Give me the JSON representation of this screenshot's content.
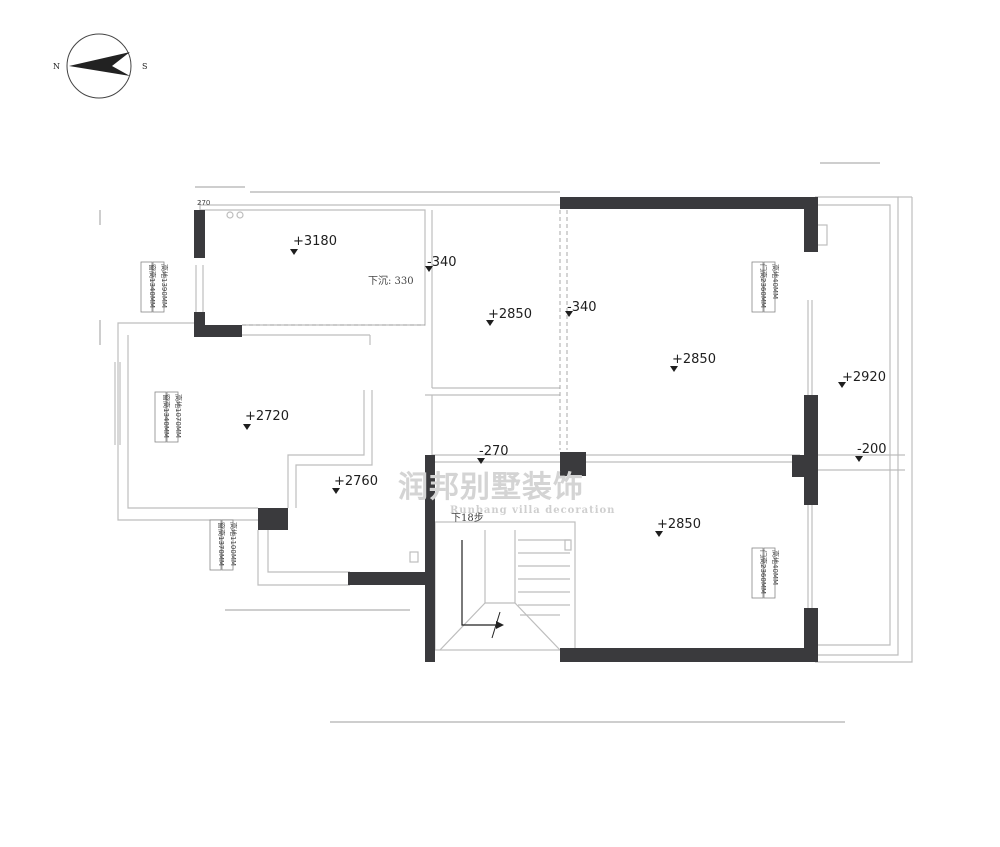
{
  "compass": {
    "north": "N",
    "south": "S"
  },
  "watermark": {
    "brand": "润邦别墅装饰",
    "sub": "Runbang villa decoration"
  },
  "annotations": {
    "sink_note": "下沉: 330",
    "stair_note": "下18步"
  },
  "levels": [
    {
      "id": "level-kitchen",
      "text": "+3180"
    },
    {
      "id": "level-left-room",
      "text": "+2720"
    },
    {
      "id": "level-small-room",
      "text": "+2760"
    },
    {
      "id": "level-corridor",
      "text": "+2850"
    },
    {
      "id": "level-bath-step",
      "text": "-340"
    },
    {
      "id": "level-bath-step-2",
      "text": "-340"
    },
    {
      "id": "level-landing",
      "text": "-270"
    },
    {
      "id": "level-north-room",
      "text": "+2850"
    },
    {
      "id": "level-south-room",
      "text": "+2850"
    },
    {
      "id": "level-balcony",
      "text": "+2920"
    },
    {
      "id": "level-balcony-step",
      "text": "-200"
    }
  ],
  "openings": [
    {
      "id": "tag-kitchen-window",
      "line1": "窗高1340MM",
      "line2": "高地1390MM"
    },
    {
      "id": "tag-left-window",
      "line1": "窗高1340MM",
      "line2": "高地1070MM"
    },
    {
      "id": "tag-small-window",
      "line1": "窗高1370MM",
      "line2": "高地1100MM"
    },
    {
      "id": "tag-door-north",
      "line1": "门高2360MM",
      "line2": "高地40MM"
    },
    {
      "id": "tag-door-south",
      "line1": "门高2360MM",
      "line2": "高地40MM"
    }
  ],
  "stray": {
    "corner_label": "270"
  }
}
